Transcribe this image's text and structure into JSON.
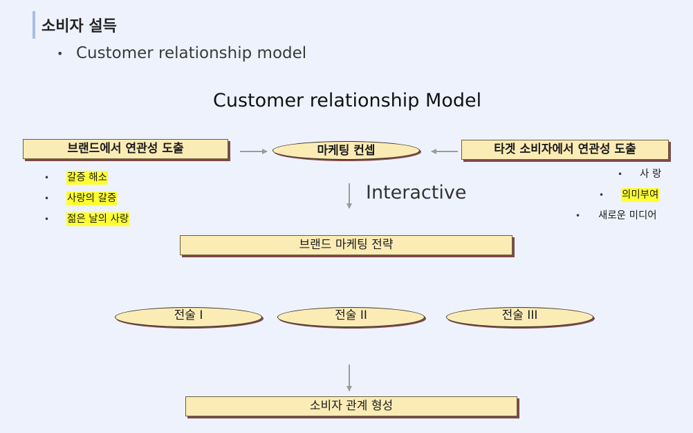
{
  "header": {
    "title": "소비자 설득",
    "subtitle": "Customer relationship model"
  },
  "diagram": {
    "title": "Customer relationship Model",
    "left_box": "브랜드에서 연관성 도출",
    "center_ellipse": "마케팅 컨셉",
    "right_box": "타겟 소비자에서 연관성 도출",
    "left_items": [
      {
        "text": "갈증 해소",
        "highlight": true
      },
      {
        "text": "사랑의 갈증",
        "highlight": true
      },
      {
        "text": "젊은 날의 사랑",
        "highlight": true
      }
    ],
    "right_items": [
      {
        "text": "사 랑",
        "highlight": false
      },
      {
        "text": "의미부여",
        "highlight": true
      },
      {
        "text": "새로운 미디어",
        "highlight": false
      }
    ],
    "interactive_label": "Interactive",
    "strategy_box": "브랜드 마케팅 전략",
    "tactics": [
      "전술 I",
      "전술 II",
      "전술 III"
    ],
    "result_box": "소비자 관계 형성"
  },
  "colors": {
    "box_fill": "#fbecb6",
    "highlight": "#ffff33",
    "arrow": "#9a9a9a",
    "accent_bar": "#a9bde3",
    "background": "#eef2fc"
  }
}
